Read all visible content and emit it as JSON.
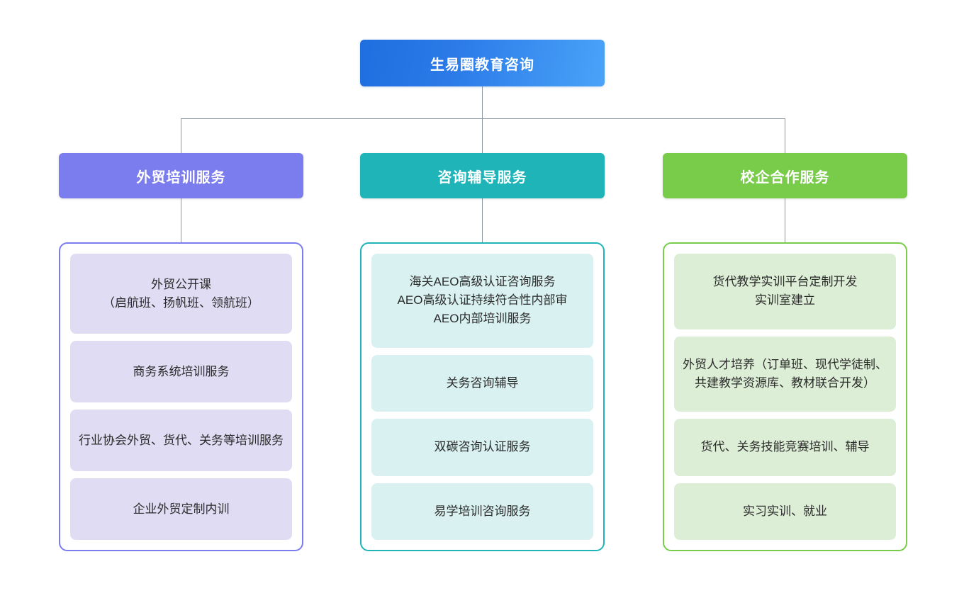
{
  "diagram": {
    "type": "organization-chart",
    "root": {
      "label": "生易圈教育咨询",
      "color": "#2b7ae8"
    },
    "connector_color": "#8d96a3",
    "branches": [
      {
        "id": "branch-foreign-trade-training",
        "header": "外贸培训服务",
        "header_color": "#7b7ced",
        "leaf_color": "#e0dcf4",
        "items": [
          {
            "text": "外贸公开课\n（启航班、扬帆班、领航班）"
          },
          {
            "text": "商务系统培训服务"
          },
          {
            "text": "行业协会外贸、货代、关务等培训服务"
          },
          {
            "text": "企业外贸定制内训"
          }
        ]
      },
      {
        "id": "branch-consulting-tutoring",
        "header": "咨询辅导服务",
        "header_color": "#1eb4b8",
        "leaf_color": "#d9f1f0",
        "items": [
          {
            "text": "海关AEO高级认证咨询服务\nAEO高级认证持续符合性内部审\nAEO内部培训服务"
          },
          {
            "text": "关务咨询辅导"
          },
          {
            "text": "双碳咨询认证服务"
          },
          {
            "text": "易学培训咨询服务"
          }
        ]
      },
      {
        "id": "branch-school-enterprise",
        "header": "校企合作服务",
        "header_color": "#79cc4a",
        "leaf_color": "#ddeed6",
        "items": [
          {
            "text": "货代教学实训平台定制开发\n实训室建立"
          },
          {
            "text": "外贸人才培养（订单班、现代学徒制、共建教学资源库、教材联合开发）"
          },
          {
            "text": "货代、关务技能竞赛培训、辅导"
          },
          {
            "text": "实习实训、就业"
          }
        ]
      }
    ]
  }
}
